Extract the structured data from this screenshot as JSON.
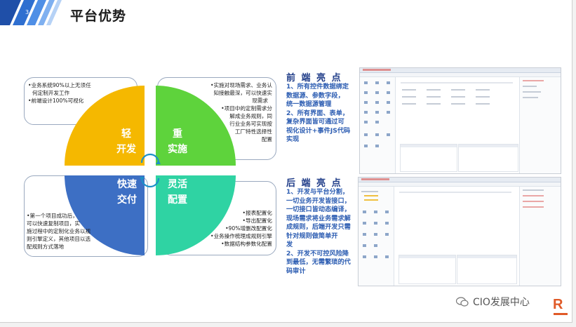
{
  "slide": {
    "title": "平台优势",
    "number": "3"
  },
  "colors": {
    "yellow": "#f5b800",
    "green": "#5ed33c",
    "blue": "#3d6fc4",
    "teal": "#2fd3a3",
    "heading_blue": "#1f3c88",
    "body_blue": "#2f5fb3"
  },
  "quadrants": {
    "top_left": {
      "label_lines": [
        "轻",
        "开发"
      ],
      "bullets": [
        "•业务系统90%以上无须任",
        "何定制开发工作",
        "•前端设计100%可视化"
      ]
    },
    "top_right": {
      "label_lines": [
        "重",
        "实施"
      ],
      "bullets": [
        "•实施对现场需求、业务认",
        "知接触最深，可以快速实",
        "现需求",
        "•项目中的定制需求分",
        "解成业务规则，同",
        "行业业务可实现按",
        "工厂特性选择性",
        "配置"
      ]
    },
    "bottom_left": {
      "label_lines": [
        "快速",
        "交付"
      ],
      "bullets": [
        "•第一个项目成功后，",
        "可以快速复制项目，实",
        "施过程中的定制化业务以规",
        "则引擎定义，其他项目以选",
        "配规则方式落地"
      ]
    },
    "bottom_right": {
      "label_lines": [
        "灵活",
        "配置"
      ],
      "bullets": [
        "•报表配置化",
        "•导出配置化",
        "•90%增删改配置化",
        "•业务操作梳理成规则引擎",
        "•数据结构参数化配置"
      ]
    }
  },
  "frontend": {
    "heading": "前 端 亮 点",
    "lines": [
      "1、所有控件数据绑定",
      "数据源、参数字段，",
      "统一数据源管理",
      "2、所有界面、表单，",
      "复杂界面皆可通过可",
      "视化设计+事件JS代码",
      "实现"
    ]
  },
  "backend": {
    "heading": "后 端 亮 点",
    "lines": [
      "1、开发与平台分割，",
      "一切业务开发皆接口，",
      "一切接口皆动态编译，",
      "现场需求将业务需求解",
      "成规则，后端开发只需",
      "针对规则做简单开",
      "发",
      "2、开发不可控风险降",
      "到最低，无需繁琐的代",
      "码审计"
    ]
  },
  "watermark": {
    "text": "CIO发展中心",
    "icon": "wechat-icon"
  }
}
